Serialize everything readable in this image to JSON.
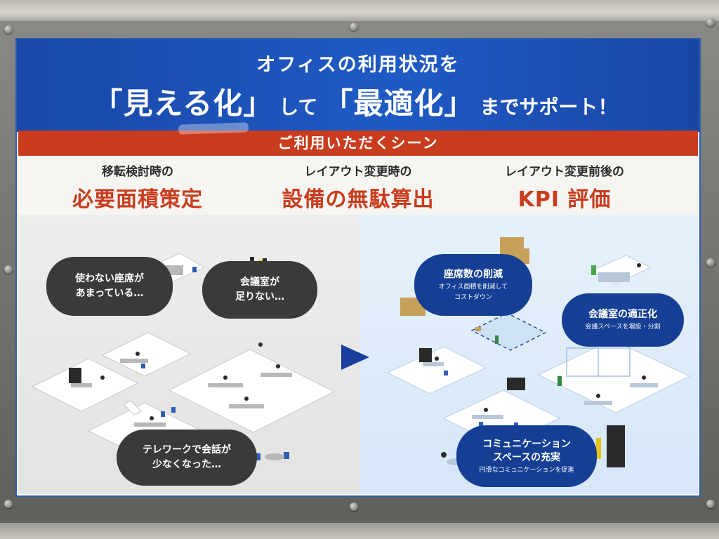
{
  "header": {
    "line1": "オフィスの利用状況を",
    "phrase1": "「見える化」",
    "connector1": "して",
    "phrase2": "「最適化」",
    "connector2": "までサポート！"
  },
  "banner": "ご利用いただくシーン",
  "scenes": [
    {
      "sub": "移転検討時の",
      "main": "必要面積策定"
    },
    {
      "sub": "レイアウト変更時の",
      "main": "設備の無駄算出"
    },
    {
      "sub": "レイアウト変更前後の",
      "main": "KPI 評価"
    }
  ],
  "before": {
    "bubble1": {
      "line1": "使わない座席が",
      "line2": "あまっている…"
    },
    "bubble2": {
      "line1": "会議室が",
      "line2": "足りない…"
    },
    "bubble3": {
      "line1": "テレワークで会話が",
      "line2": "少なくなった…"
    }
  },
  "after": {
    "bubble1": {
      "title": "座席数の削減",
      "desc1": "オフィス面積を削減して",
      "desc2": "コストダウン"
    },
    "bubble2": {
      "title": "会議室の適正化",
      "desc1": "会議スペースを増設・分割"
    },
    "bubble3": {
      "title1": "コミュニケーション",
      "title2": "スペースの充実",
      "desc1": "円滑なコミュニケーションを促進"
    }
  },
  "colors": {
    "header_blue": "#1f5ac4",
    "accent_red": "#c93c1e",
    "bubble_dark": "#3a3a3a",
    "bubble_blue": "#153f94"
  }
}
